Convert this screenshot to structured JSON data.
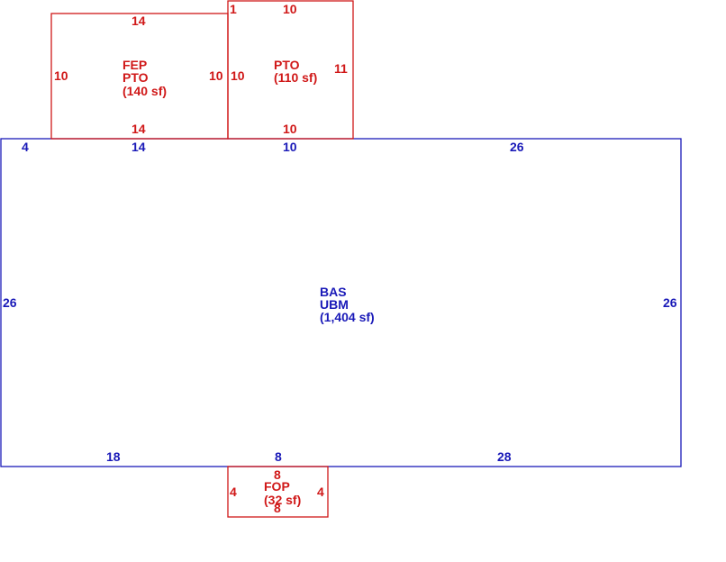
{
  "colors": {
    "base": "#1a1ab8",
    "addition": "#d01818"
  },
  "areas": {
    "bas": {
      "code": "BAS",
      "subcode": "UBM",
      "area": "(1,404 sf)",
      "dims": {
        "top_a": "4",
        "top_b": "14",
        "top_c": "10",
        "top_d": "26",
        "left": "26",
        "right": "26",
        "bottom_a": "18",
        "bottom_b": "8",
        "bottom_c": "28"
      }
    },
    "fep": {
      "code": "FEP",
      "subcode": "PTO",
      "area": "(140 sf)",
      "dims": {
        "top": "14",
        "bottom": "14",
        "left": "10",
        "right": "10"
      }
    },
    "pto": {
      "code": "PTO",
      "area": "(110 sf)",
      "dims": {
        "top": "10",
        "corner": "1",
        "left": "10",
        "right": "11",
        "bottom": "10"
      }
    },
    "fop": {
      "code": "FOP",
      "area": "(32 sf)",
      "dims": {
        "top": "8",
        "bottom": "8",
        "left": "4",
        "right": "4"
      }
    }
  }
}
